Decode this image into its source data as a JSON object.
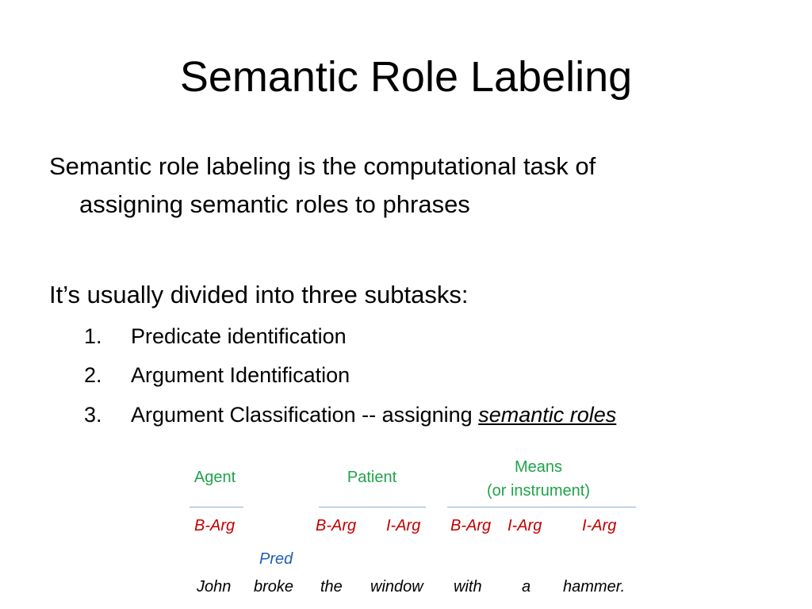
{
  "title": "Semantic Role Labeling",
  "definition": {
    "line1": "Semantic role labeling is the computational task of",
    "line2": "assigning semantic roles to phrases"
  },
  "subtasks": {
    "intro": "It’s usually divided into three subtasks:",
    "items": [
      {
        "num": "1.",
        "text": "Predicate identification"
      },
      {
        "num": "2.",
        "text": "Argument Identification"
      },
      {
        "num": "3.",
        "text": "Argument Classification -- assigning ",
        "emphasis": "semantic roles"
      }
    ]
  },
  "example": {
    "roles": {
      "agent": "Agent",
      "patient": "Patient",
      "means_line1": "Means",
      "means_line2": "(or instrument)"
    },
    "tags": [
      "B-Arg",
      "B-Arg",
      "I-Arg",
      "B-Arg",
      "I-Arg",
      "I-Arg"
    ],
    "pred_label": "Pred",
    "words": [
      "John",
      "broke",
      "the",
      "window",
      "with",
      "a",
      "hammer."
    ],
    "colors": {
      "role": "#1fa34a",
      "tag": "#c00000",
      "pred": "#1f5fb5",
      "rule": "#8fb0d6"
    }
  }
}
